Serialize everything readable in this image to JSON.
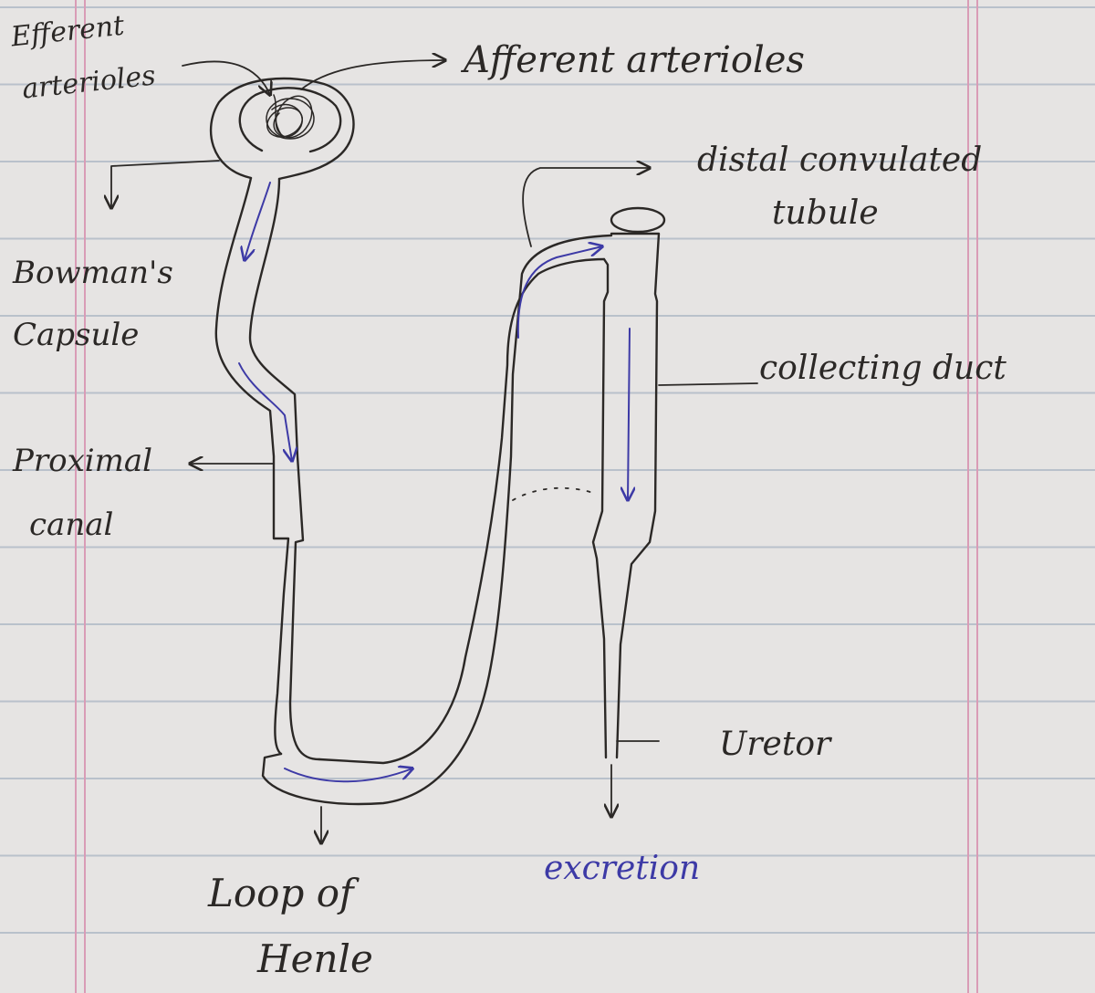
{
  "labels": {
    "efferent": [
      "Efferent",
      "arterioles"
    ],
    "afferent": "Afferent arterioles",
    "bowman": [
      "Bowman's",
      "Capsule"
    ],
    "proximal": [
      "Proximal",
      "canal"
    ],
    "loop": [
      "Loop of",
      "Henle"
    ],
    "distal": [
      "distal convulated",
      "tubule"
    ],
    "collecting": "collecting duct",
    "ureter": "Uretor",
    "excretion": "excretion"
  },
  "colors": {
    "paper": "#e6e4e3",
    "rule_line": "#b9c1cb",
    "margin_line": "#d99cb6",
    "ink": "#2b2826",
    "flow_arrow": "#3d3aa6"
  }
}
